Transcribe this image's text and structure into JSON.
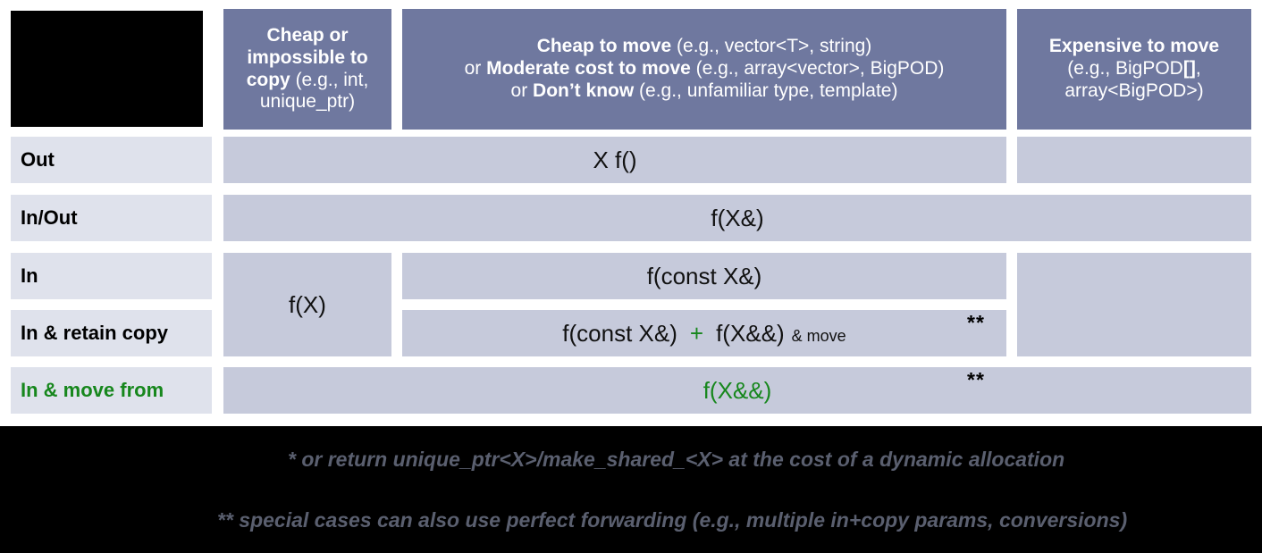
{
  "figure": {
    "title": "C++ parameter passing / return guidance table",
    "colors": {
      "header_blue": "#6F789F",
      "cell_lavender": "#C6CADB",
      "rowlabel_lavender": "#DFE2EC",
      "green": "#17871D",
      "footer_black": "#000000",
      "footnote_gray": "#5A5F6F"
    }
  },
  "header": {
    "corner": "",
    "col_cheap_copy": {
      "bold1": "Cheap or impossible to copy",
      "rest1": " (e.g., int, unique_ptr)"
    },
    "col_cheap_move": {
      "line1_bold": "Cheap to move",
      "line1_rest": " (e.g., vector<T>, string)",
      "line2_prefix": "or ",
      "line2_bold": "Moderate cost to move",
      "line2_rest": " (e.g., array<vector>, BigPOD)",
      "line3_prefix": "or ",
      "line3_bold": "Don’t know",
      "line3_rest": " (e.g., unfamiliar type, template)"
    },
    "col_expensive_move": {
      "bold1": "Expensive to move",
      "line2": "(e.g., BigPOD",
      "line2_bold": "[]",
      "line2_tail": ",",
      "line3": "array<BigPOD>)"
    }
  },
  "rows": [
    {
      "label": "Out",
      "label_green": false,
      "value": "X f()",
      "value_green": false
    },
    {
      "label": "In/Out",
      "label_green": false,
      "value": "f(X&)",
      "value_green": false
    },
    {
      "label": "In",
      "label_green": false,
      "value": "f(const X&)",
      "value_green": false
    },
    {
      "label": "In & retain copy",
      "label_green": false,
      "value": "",
      "value_green": true
    },
    {
      "label": "In & move from",
      "label_green": true,
      "value": "f(X&&)",
      "value_green": true
    }
  ],
  "cells": {
    "col2_merged_value": "f(X)",
    "retain_copy": {
      "part1": "f(const X&)",
      "plus": "+",
      "part2": "f(X&&)",
      "part3": "& move"
    },
    "star_retain_copy": "**",
    "star_move_from": "**"
  },
  "footnotes": [
    "* or return unique_ptr<X>/make_shared_<X> at the cost of a dynamic allocation",
    "** special cases can also use perfect forwarding (e.g., multiple in+copy params, conversions)"
  ]
}
